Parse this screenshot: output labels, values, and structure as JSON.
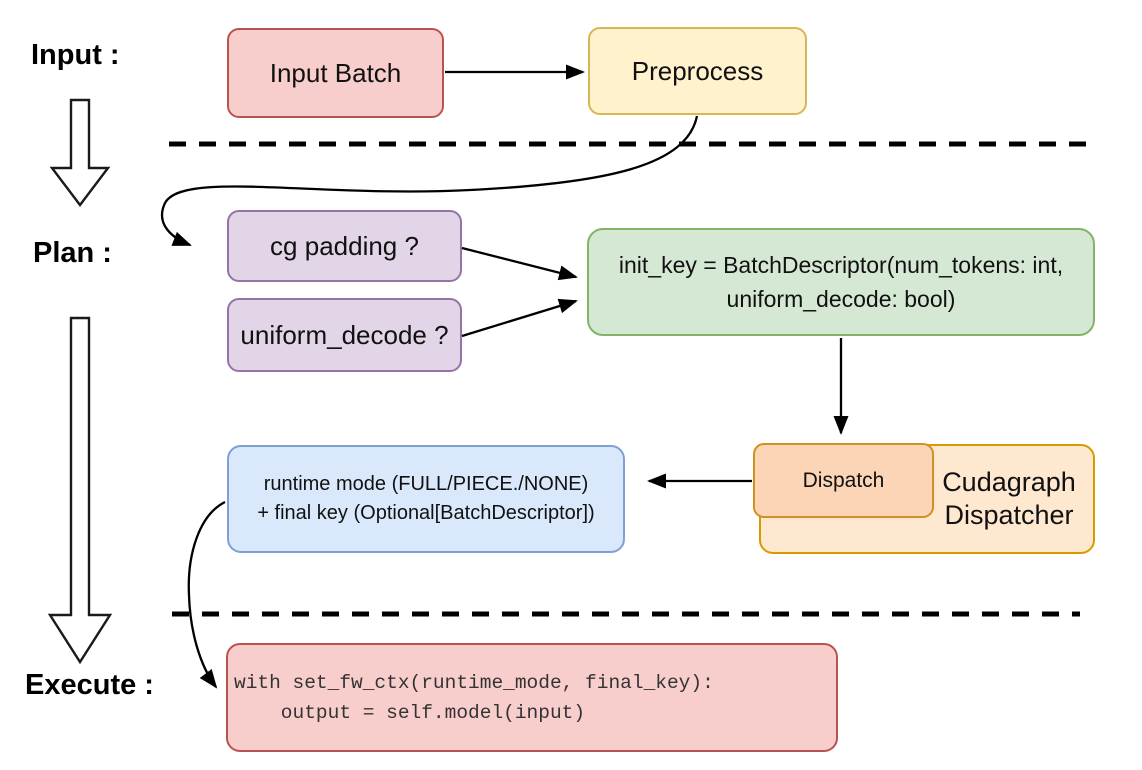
{
  "diagram": {
    "section_labels": {
      "input": "Input :",
      "plan": "Plan :",
      "execute": "Execute :"
    },
    "nodes": {
      "input_batch": "Input Batch",
      "preprocess": "Preprocess",
      "cg_padding": "cg padding ?",
      "uniform_decode": "uniform_decode ?",
      "init_key": "init_key = BatchDescriptor(num_tokens: int,\nuniform_decode: bool)",
      "dispatch": "Dispatch",
      "cudagraph_dispatcher": "Cudagraph\nDispatcher",
      "runtime_result": "runtime mode (FULL/PIECE./NONE)\n+ final key (Optional[BatchDescriptor])",
      "execute_code": "with set_fw_ctx(runtime_mode, final_key):\n    output = self.model(input)"
    },
    "colors": {
      "red_fill": "#f8cecc",
      "red_border": "#b85450",
      "yellow_fill": "#fff2cc",
      "yellow_border": "#d6b656",
      "purple_fill": "#e1d5e7",
      "purple_border": "#9673a6",
      "green_fill": "#d5e8d4",
      "green_border": "#82b366",
      "blue_fill": "#dae8fc",
      "blue_border": "#7ea0d4",
      "orange_fill": "#ffe8d0",
      "orange_border": "#d79b00",
      "dispatch_fill": "#fbd5b5",
      "dispatch_border": "#cf9221",
      "line": "#000000"
    }
  }
}
